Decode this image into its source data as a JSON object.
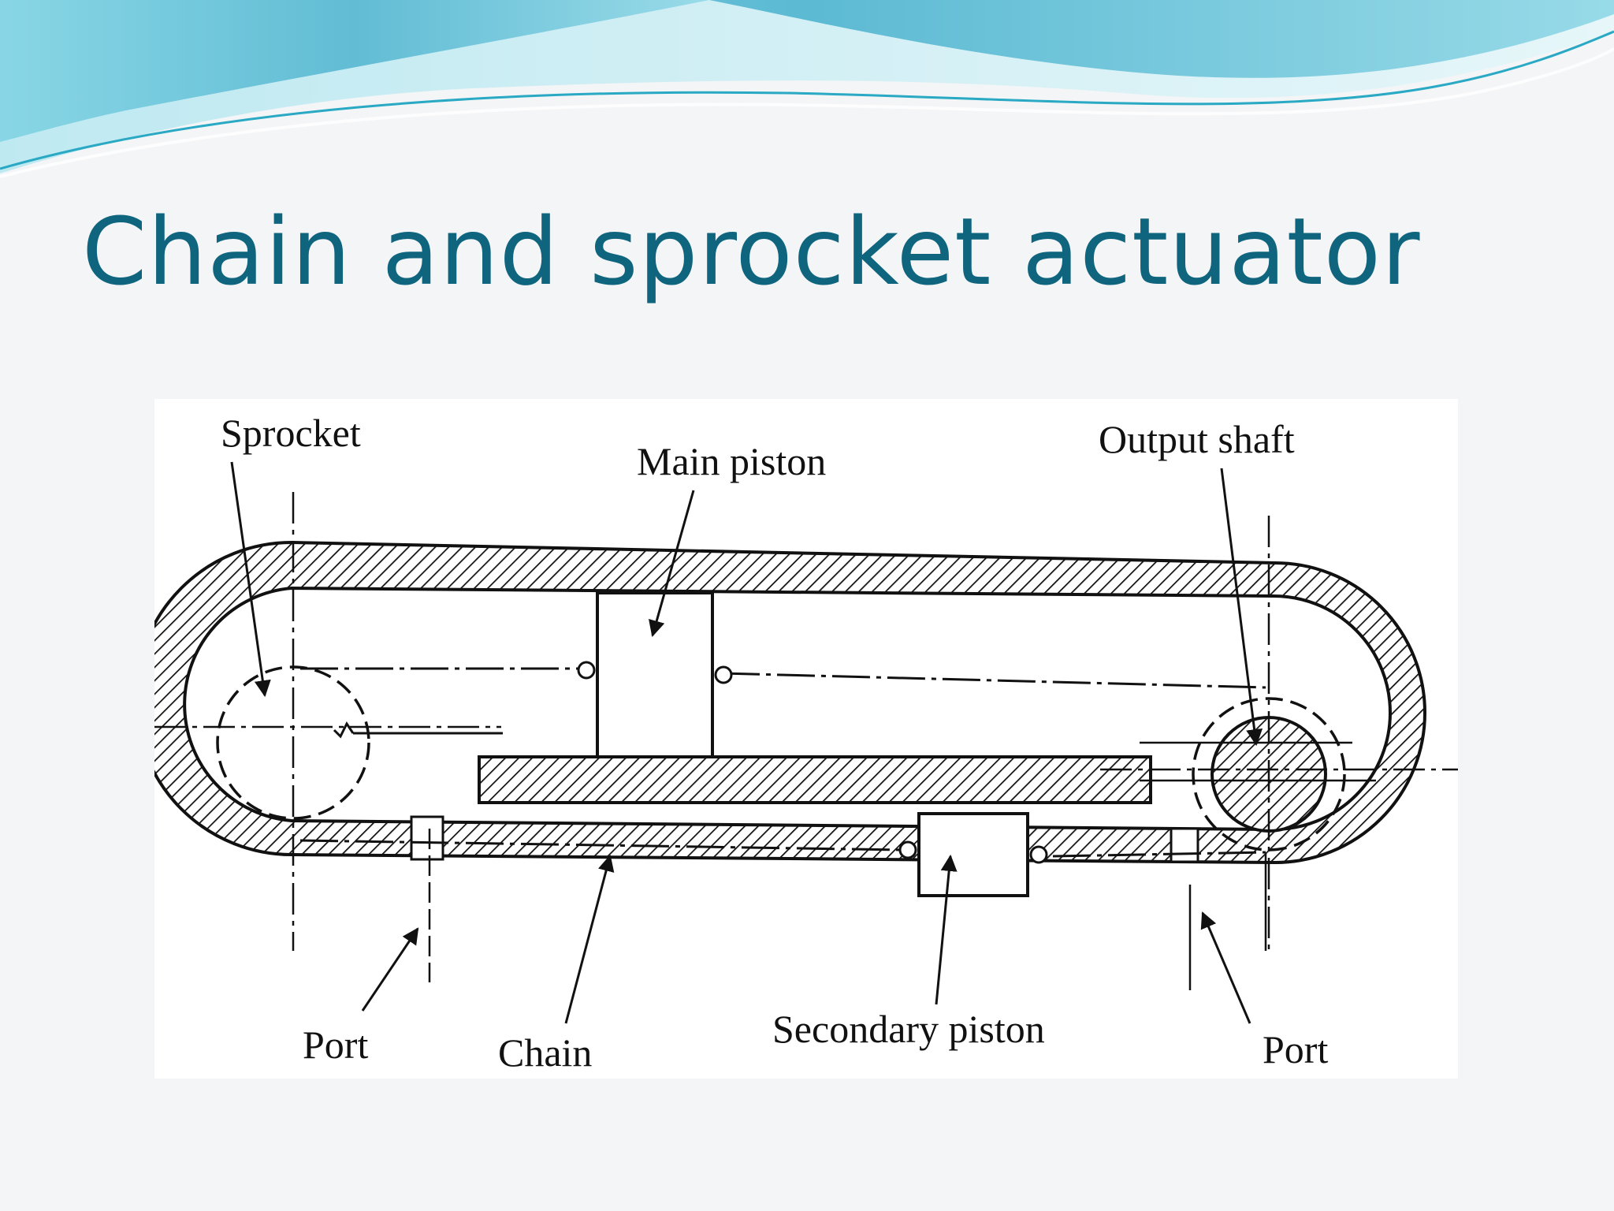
{
  "slide": {
    "title": "Chain and sprocket actuator"
  },
  "colors": {
    "title": "#10657e",
    "background": "#f3f5f7",
    "wave_light": "#bfe6ee",
    "wave_dark": "#5bb9cf",
    "wave_accent": "#2aa9c4",
    "diagram_ink": "#111111"
  },
  "diagram": {
    "labels": {
      "sprocket": "Sprocket",
      "main_piston": "Main piston",
      "output_shaft": "Output shaft",
      "port_left": "Port",
      "chain": "Chain",
      "secondary_piston": "Secondary piston",
      "port_right": "Port"
    }
  }
}
